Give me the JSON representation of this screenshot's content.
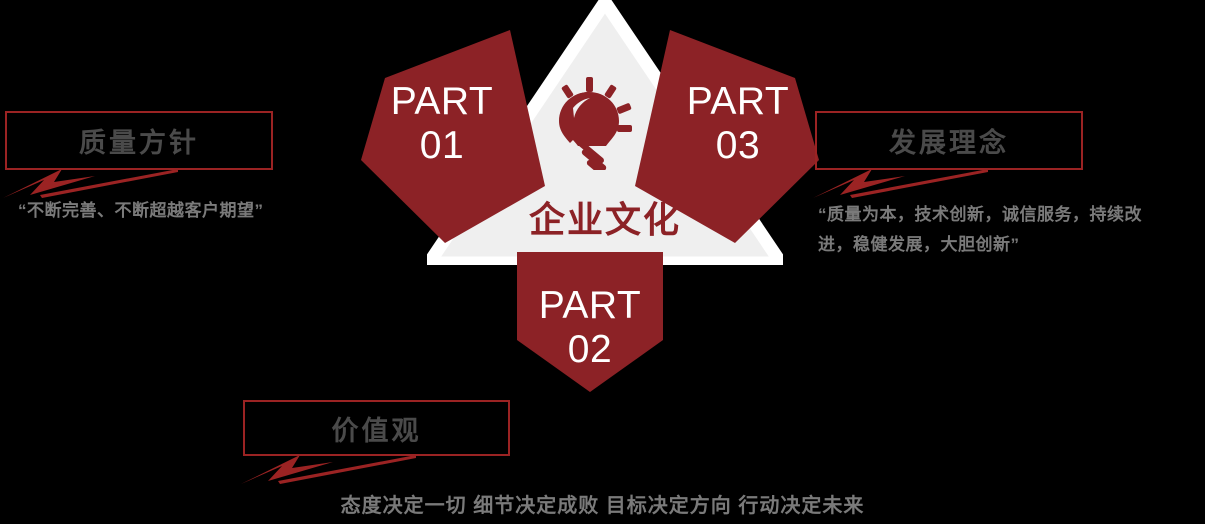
{
  "center": {
    "title": "企业文化",
    "icon": "lightbulb-icon"
  },
  "parts": [
    {
      "id": "part01",
      "label": "PART\n01"
    },
    {
      "id": "part02",
      "label": "PART\n02"
    },
    {
      "id": "part03",
      "label": "PART\n03"
    }
  ],
  "callouts": {
    "left": {
      "title": "质量方针",
      "quote": "“不断完善、不断超越客户期望”"
    },
    "right": {
      "title": "发展理念",
      "quote": "“质量为本，技术创新，诚信服务，持续改进，稳健发展，大胆创新”"
    },
    "bottom": {
      "title": "价值观"
    }
  },
  "bottom_slogan": "态度决定一切 细节决定成败 目标决定方向 行动决定未来",
  "colors": {
    "accent_red": "#8C2226",
    "border_red": "#9B2323",
    "triangle_fill": "#EFEFEF",
    "triangle_stroke": "#FFFFFF",
    "background": "#000000",
    "muted_text": "#7a7a7a"
  }
}
